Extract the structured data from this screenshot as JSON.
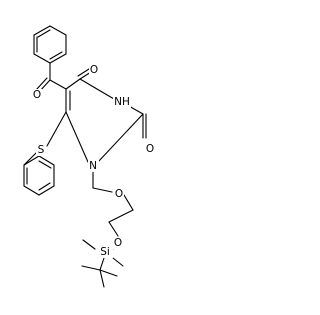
{
  "molecule": {
    "atoms": {
      "o_benzoyl": "O",
      "o_c4": "O",
      "nh": "NH",
      "o_c2": "O",
      "n1": "N",
      "s": "S",
      "o_ether": "O",
      "o_silyl": "O",
      "si": "Si"
    }
  }
}
